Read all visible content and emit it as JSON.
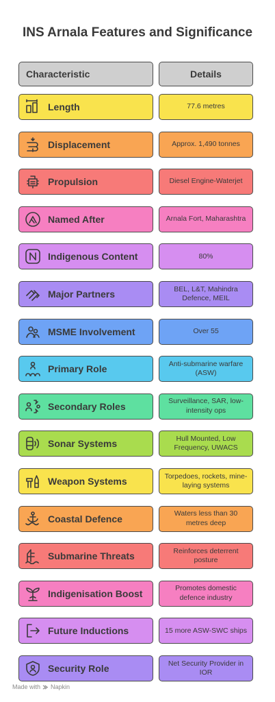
{
  "title": "INS Arnala Features and Significance",
  "header": {
    "left": "Characteristic",
    "right": "Details"
  },
  "rows": [
    {
      "label": "Length",
      "detail": "77.6 metres",
      "color": "#f9e34d",
      "icon": "length-icon"
    },
    {
      "label": "Displacement",
      "detail": "Approx. 1,490 tonnes",
      "color": "#f9a553",
      "icon": "weight-icon"
    },
    {
      "label": "Propulsion",
      "detail": "Diesel Engine-Waterjet",
      "color": "#f77a78",
      "icon": "engine-icon"
    },
    {
      "label": "Named After",
      "detail": "Arnala Fort, Maharashtra",
      "color": "#f67fc1",
      "icon": "fort-icon"
    },
    {
      "label": "Indigenous Content",
      "detail": "80%",
      "color": "#d68ef0",
      "icon": "n-badge-icon"
    },
    {
      "label": "Major Partners",
      "detail": "BEL, L&T, Mahindra Defence, MEIL",
      "color": "#a98cf3",
      "icon": "handshake-icon"
    },
    {
      "label": "MSME Involvement",
      "detail": "Over 55",
      "color": "#6ea3f5",
      "icon": "network-icon"
    },
    {
      "label": "Primary Role",
      "detail": "Anti-submarine warfare (ASW)",
      "color": "#58c9ee",
      "icon": "team-icon"
    },
    {
      "label": "Secondary Roles",
      "detail": "Surveillance, SAR, low-intensity ops",
      "color": "#5ee0a0",
      "icon": "roles-icon"
    },
    {
      "label": "Sonar Systems",
      "detail": "Hull Mounted, Low Frequency, UWACS",
      "color": "#a9dc4e",
      "icon": "sonar-icon"
    },
    {
      "label": "Weapon Systems",
      "detail": "Torpedoes, rockets, mine-laying systems",
      "color": "#f9e34d",
      "icon": "weapon-icon"
    },
    {
      "label": "Coastal Defence",
      "detail": "Waters less than 30 metres deep",
      "color": "#f9a553",
      "icon": "anchor-icon"
    },
    {
      "label": "Submarine Threats",
      "detail": "Reinforces deterrent posture",
      "color": "#f77a78",
      "icon": "submarine-icon"
    },
    {
      "label": "Indigenisation Boost",
      "detail": "Promotes domestic defence industry",
      "color": "#f67fc1",
      "icon": "sprout-icon"
    },
    {
      "label": "Future Inductions",
      "detail": "15 more ASW-SWC ships",
      "color": "#d68ef0",
      "icon": "exit-arrow-icon"
    },
    {
      "label": "Security Role",
      "detail": "Net Security Provider in IOR",
      "color": "#a98cf3",
      "icon": "shield-user-icon"
    }
  ],
  "footer": {
    "made_with": "Made with",
    "brand": "Napkin"
  }
}
